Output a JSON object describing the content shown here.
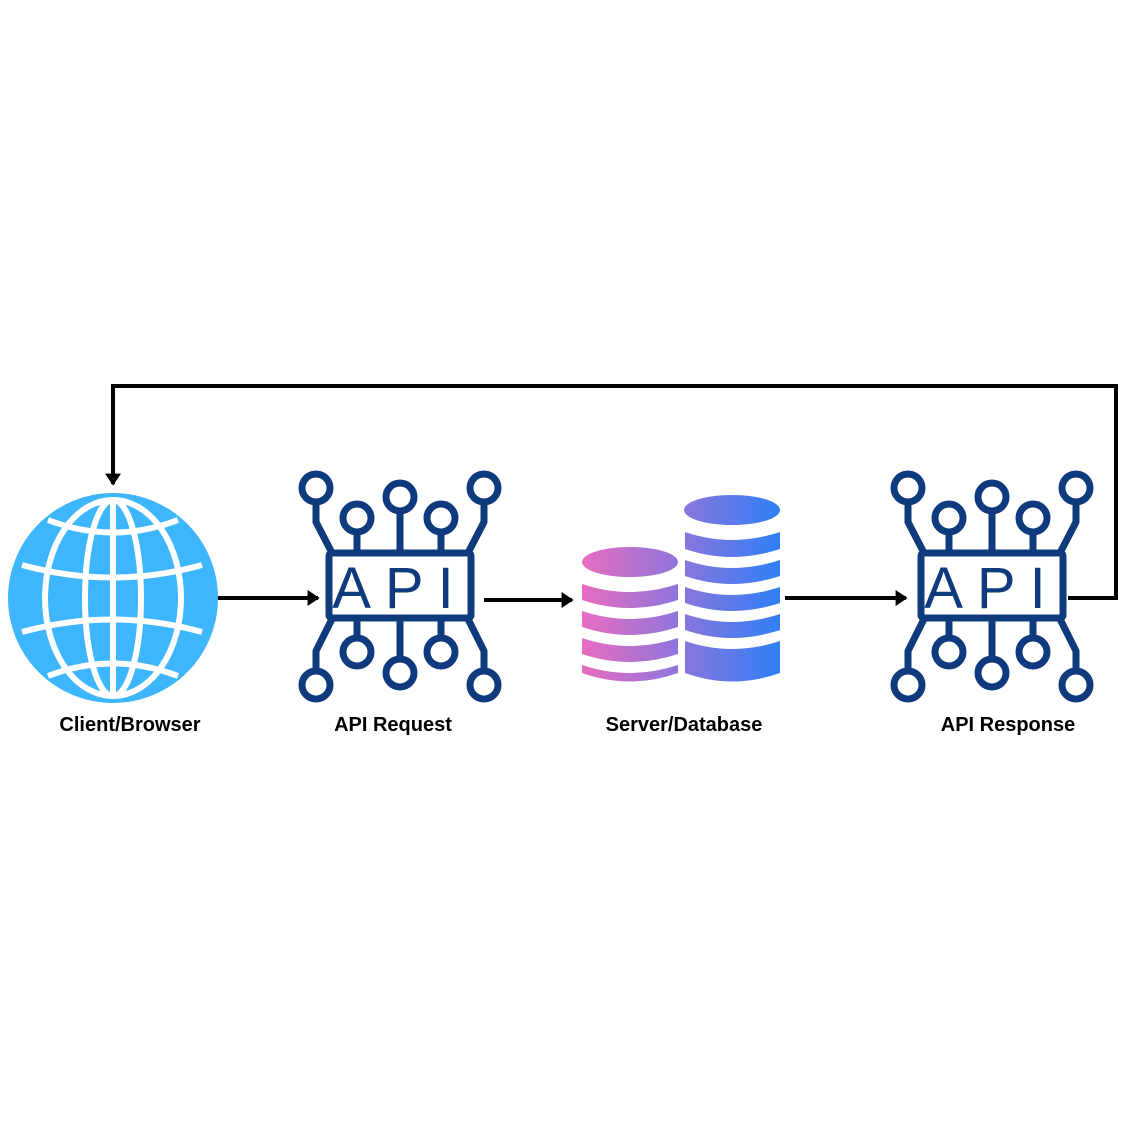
{
  "nodes": [
    {
      "id": "client",
      "label": "Client/Browser",
      "icon": "globe-icon"
    },
    {
      "id": "request",
      "label": "API Request",
      "icon": "api-chip-icon",
      "chip_text": "API"
    },
    {
      "id": "server",
      "label": "Server/Database",
      "icon": "database-icon"
    },
    {
      "id": "response",
      "label": "API Response",
      "icon": "api-chip-icon",
      "chip_text": "API"
    }
  ],
  "edges": [
    {
      "from": "client",
      "to": "request"
    },
    {
      "from": "request",
      "to": "server"
    },
    {
      "from": "server",
      "to": "response"
    },
    {
      "from": "response",
      "to": "client"
    }
  ],
  "colors": {
    "globe": "#3db6fd",
    "chip": "#0f3a7d",
    "db_start": "#e86cc1",
    "db_end": "#2f7ff7",
    "arrow": "#000000"
  }
}
